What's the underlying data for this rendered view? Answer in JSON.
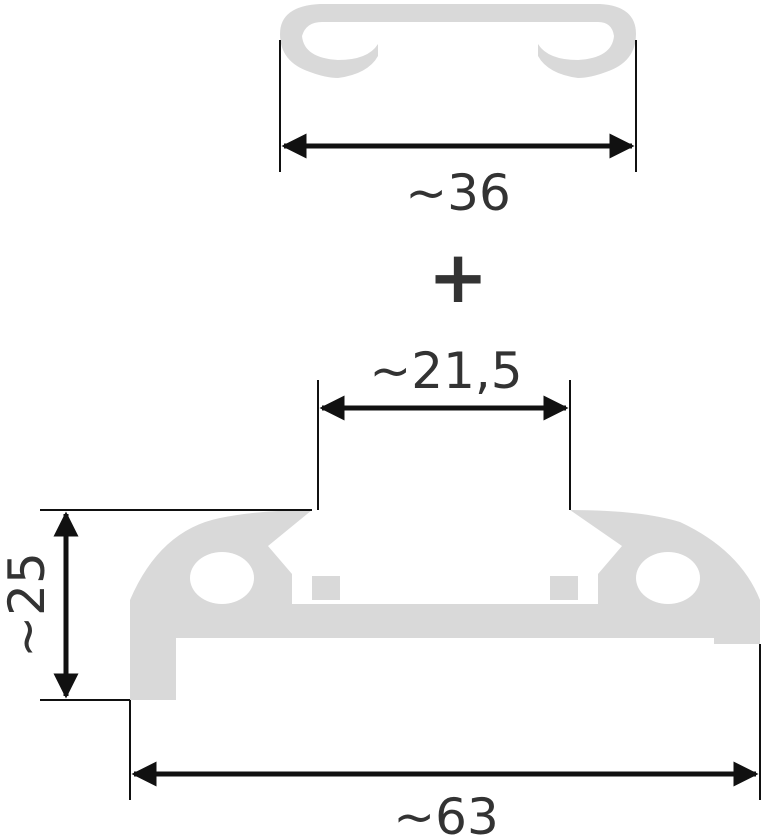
{
  "colors": {
    "profile": "#d9d9d9",
    "line": "#111111",
    "text": "#333333",
    "background": "#ffffff"
  },
  "dimensions": {
    "top_width": "~36",
    "bottom_inner_width": "~21,5",
    "bottom_height": "~25",
    "bottom_total_width": "~63"
  },
  "plus_sign": "+"
}
